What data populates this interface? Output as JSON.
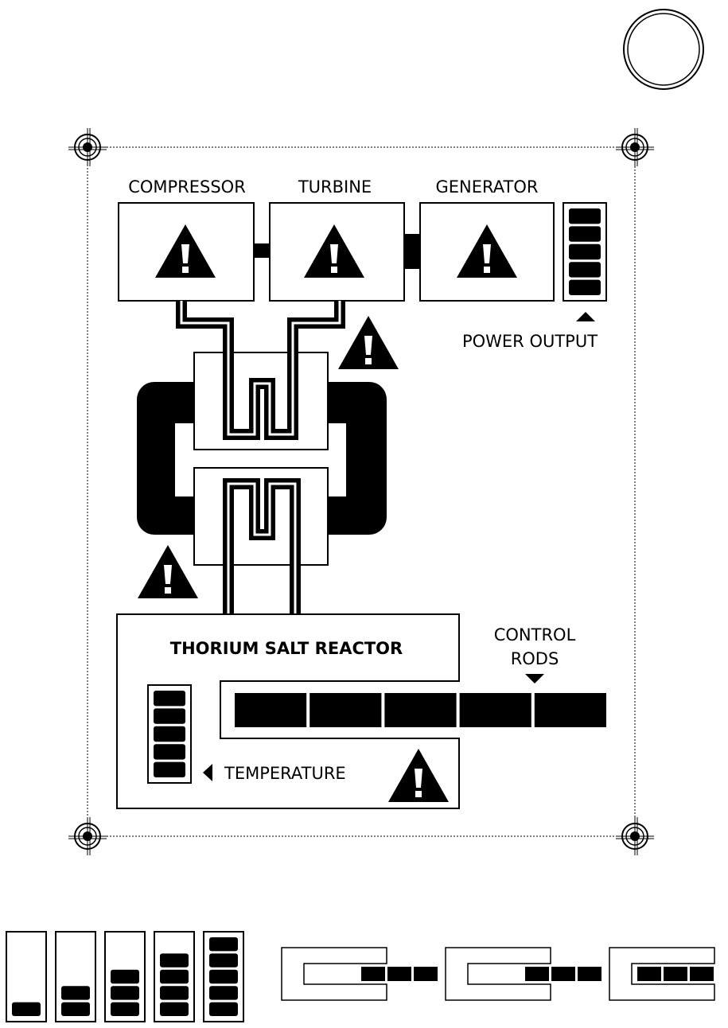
{
  "labels": {
    "compressor": "COMPRESSOR",
    "turbine": "TURBINE",
    "generator": "GENERATOR",
    "power_output": "POWER OUTPUT",
    "reactor": "THORIUM SALT REACTOR",
    "control_rods_line1": "CONTROL",
    "control_rods_line2": "RODS",
    "temperature": "TEMPERATURE"
  },
  "warning_glyph": "!",
  "icons": [
    "target-mark-icon",
    "warning-triangle-icon",
    "up-arrow-icon",
    "down-arrow-icon",
    "left-arrow-icon",
    "gauge-icon"
  ],
  "meters": {
    "power_output_level": 5,
    "power_output_max": 5,
    "temperature_level": 5,
    "temperature_max": 5,
    "control_rods_segments": 5
  },
  "sprites": {
    "gauge_levels": [
      1,
      2,
      3,
      4,
      5
    ],
    "control_rod_states": [
      3,
      3,
      3
    ]
  },
  "colors": {
    "ink": "#000000",
    "paper": "#ffffff"
  }
}
